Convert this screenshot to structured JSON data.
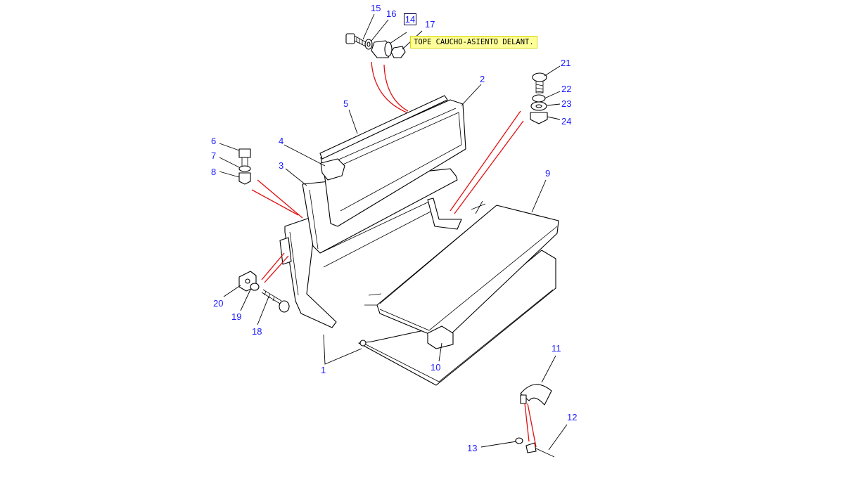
{
  "tooltip": {
    "text": "TOPE CAUCHO-ASIENTO DELANT."
  },
  "selected_callout": "14",
  "callouts": [
    {
      "id": "c1",
      "label": "1"
    },
    {
      "id": "c2",
      "label": "2"
    },
    {
      "id": "c3",
      "label": "3"
    },
    {
      "id": "c4",
      "label": "4"
    },
    {
      "id": "c5",
      "label": "5"
    },
    {
      "id": "c6",
      "label": "6"
    },
    {
      "id": "c7",
      "label": "7"
    },
    {
      "id": "c8",
      "label": "8"
    },
    {
      "id": "c9",
      "label": "9"
    },
    {
      "id": "c10",
      "label": "10"
    },
    {
      "id": "c11",
      "label": "11"
    },
    {
      "id": "c12",
      "label": "12"
    },
    {
      "id": "c13",
      "label": "13"
    },
    {
      "id": "c15",
      "label": "15"
    },
    {
      "id": "c16",
      "label": "16"
    },
    {
      "id": "c17",
      "label": "17"
    },
    {
      "id": "c18",
      "label": "18"
    },
    {
      "id": "c19",
      "label": "19"
    },
    {
      "id": "c20",
      "label": "20"
    },
    {
      "id": "c21",
      "label": "21"
    },
    {
      "id": "c22",
      "label": "22"
    },
    {
      "id": "c23",
      "label": "23"
    },
    {
      "id": "c24",
      "label": "24"
    }
  ],
  "colors": {
    "callout": "#1a1aff",
    "leader_red": "#e01010",
    "tooltip_bg": "#ffff99"
  }
}
